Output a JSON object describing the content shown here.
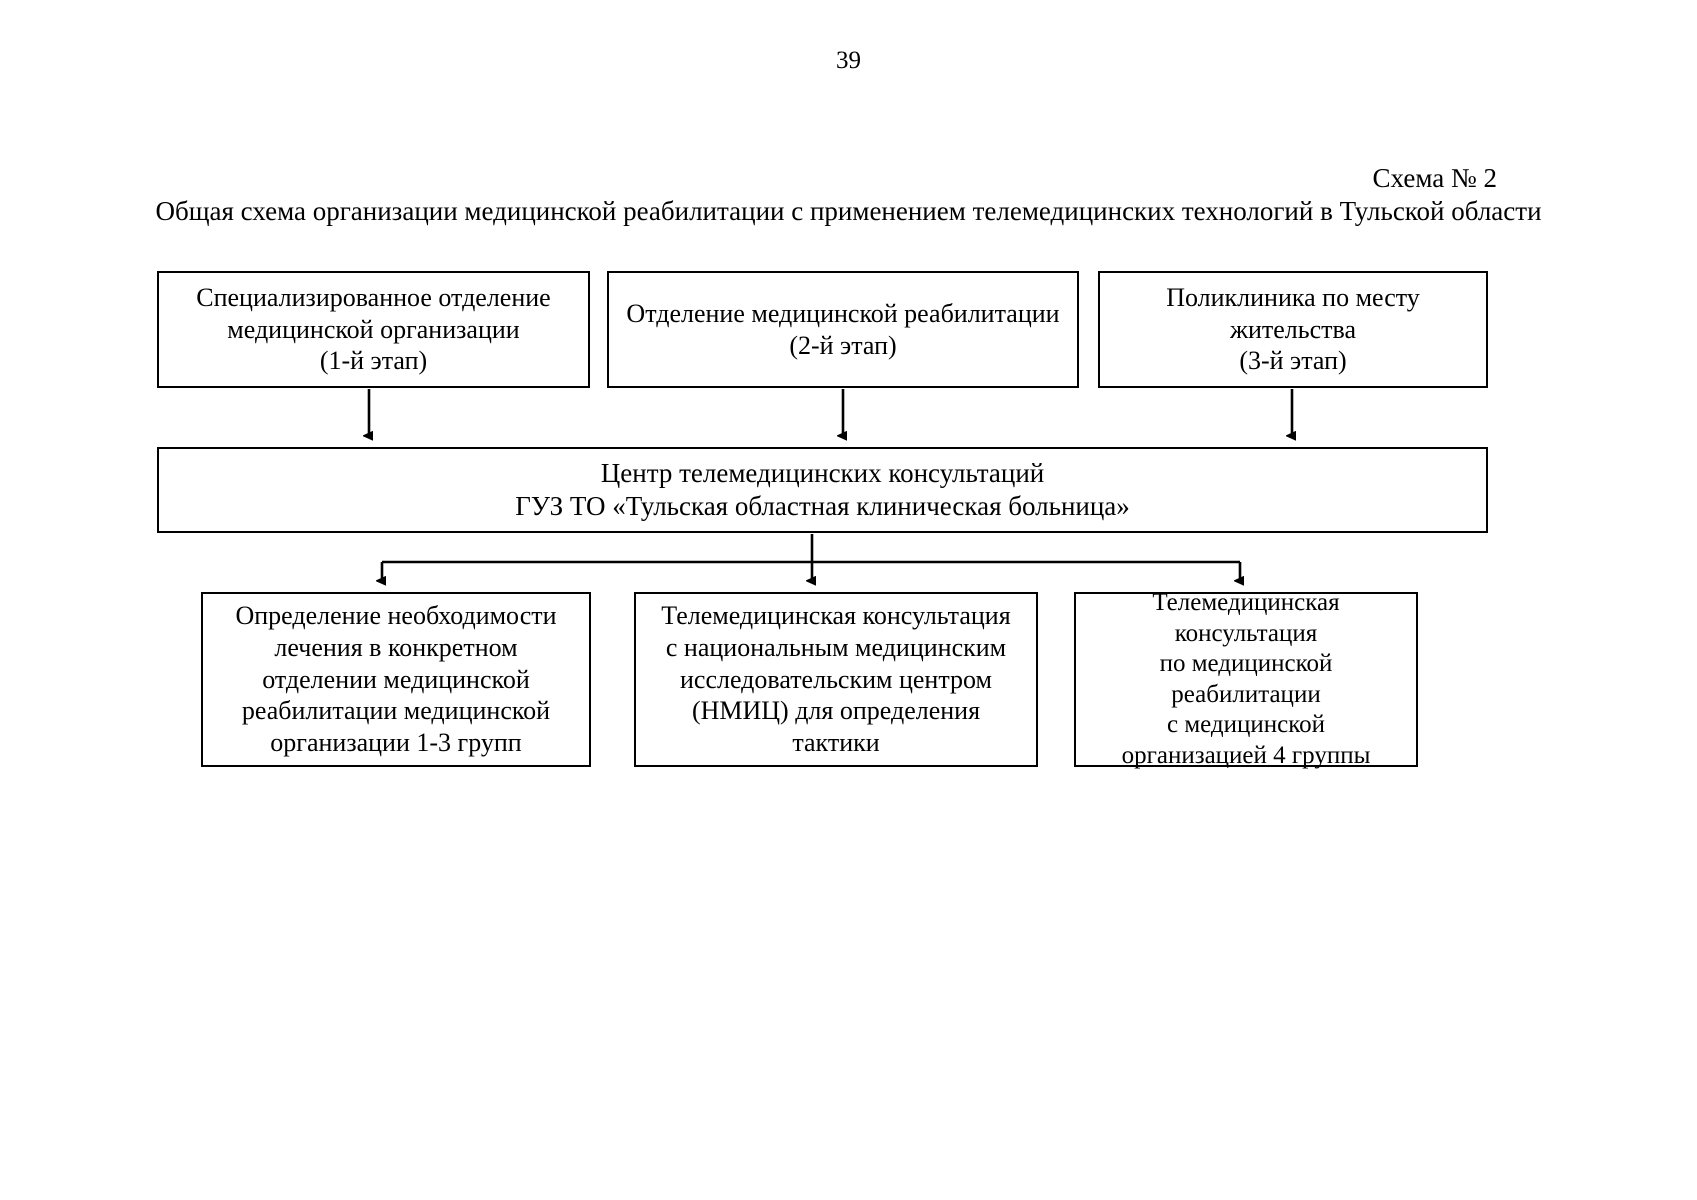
{
  "document": {
    "page_number": "39",
    "scheme_label": "Схема № 2",
    "scheme_title": "Общая схема организации медицинской реабилитации с применением телемедицинских технологий в Тульской области"
  },
  "diagram": {
    "stage_nodes": [
      {
        "id": "stage1",
        "lines": [
          "Специализированное отделение",
          "медицинской организации",
          "(1-й этап)"
        ]
      },
      {
        "id": "stage2",
        "lines": [
          "Отделение медицинской реабилитации",
          "(2-й этап)"
        ]
      },
      {
        "id": "stage3",
        "lines": [
          "Поликлиника по месту",
          "жительства",
          "(3-й этап)"
        ]
      }
    ],
    "center_node": {
      "id": "center",
      "lines": [
        "Центр телемедицинских консультаций",
        "ГУЗ ТО «Тульская областная клиническая больница»"
      ]
    },
    "function_nodes": [
      {
        "id": "bottom1",
        "lines": [
          "Определение необходимости",
          "лечения в конкретном",
          "отделении медицинской",
          "реабилитации медицинской",
          "организации 1-3 групп"
        ]
      },
      {
        "id": "bottom2",
        "lines": [
          "Телемедицинская консультация",
          "с национальным медицинским",
          "исследовательским центром",
          "(НМИЦ) для определения",
          "тактики"
        ]
      },
      {
        "id": "bottom3",
        "lines": [
          "Телемедицинская",
          "консультация",
          "по медицинской",
          "реабилитации",
          "с медицинской",
          "организацией 4 группы"
        ]
      }
    ],
    "connectors": [
      {
        "name": "stage1-to-center",
        "direction": "down"
      },
      {
        "name": "stage2-to-center",
        "direction": "down"
      },
      {
        "name": "stage3-to-center",
        "direction": "down"
      },
      {
        "name": "center-to-bottom1",
        "direction": "down"
      },
      {
        "name": "center-to-bottom2",
        "direction": "down"
      },
      {
        "name": "center-to-bottom3",
        "direction": "down"
      }
    ],
    "colors": {
      "stroke": "#000000",
      "fill": "#ffffff",
      "text": "#000000"
    }
  }
}
